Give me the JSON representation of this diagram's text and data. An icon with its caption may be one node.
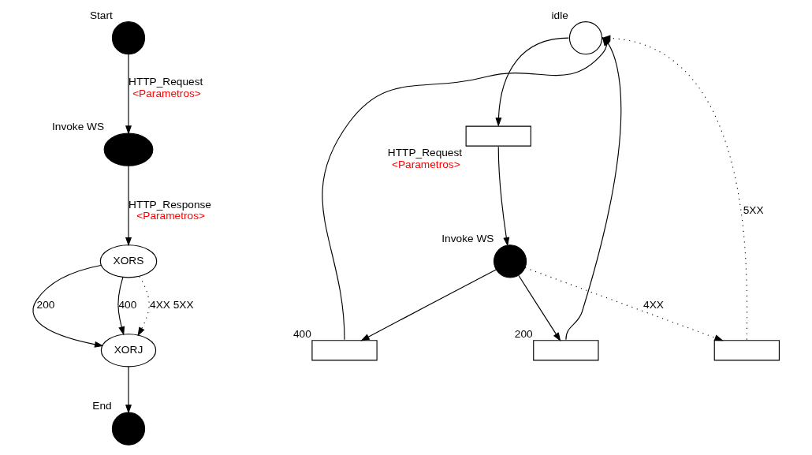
{
  "diagram": {
    "nodes": [
      {
        "text": [],
        "shape": "circle",
        "beside": [
          "Start"
        ]
      },
      {
        "text": [],
        "shape": "circle",
        "beside": [
          "Invoke WS"
        ]
      },
      {
        "text": [
          "XORS"
        ]
      },
      {
        "text": [
          "XORJ"
        ]
      },
      {
        "text": [],
        "shape": "circle",
        "beside": [
          "End"
        ]
      },
      {
        "text": [],
        "shape": "circle",
        "beside": [
          "idle"
        ]
      },
      {
        "text": [],
        "shape": "box",
        "beside": [
          "HTTP_Request <Parametros>"
        ]
      },
      {
        "text": [],
        "shape": "circle",
        "beside": [
          "Invoke WS"
        ]
      },
      {
        "text": [],
        "shape": "box",
        "beside": [
          "200"
        ]
      },
      {
        "text": [],
        "shape": "box",
        "beside": [
          "400"
        ]
      },
      {
        "text": [],
        "shape": "box"
      }
    ],
    "edges": [
      {
        "from": 0,
        "to": 1,
        "arrow": "to",
        "label": "HTTP_Request <Parametros>"
      },
      {
        "from": 1,
        "to": 2,
        "arrow": "to",
        "label": "HTTP_Response <Parametros>"
      },
      {
        "from": 2,
        "to": 3,
        "arrow": "to",
        "label": "200"
      },
      {
        "from": 2,
        "to": 3,
        "arrow": "to",
        "label": "400"
      },
      {
        "from": 2,
        "to": 3,
        "arrow": "to",
        "label": "4XX 5XX",
        "style": "dashed"
      },
      {
        "from": 3,
        "to": 4,
        "arrow": "to"
      },
      {
        "from": 5,
        "to": 6,
        "arrow": "to"
      },
      {
        "from": 6,
        "to": 7,
        "arrow": "to"
      },
      {
        "from": 7,
        "to": 8,
        "arrow": "to"
      },
      {
        "from": 8,
        "to": 5,
        "arrow": "to"
      },
      {
        "from": 7,
        "to": 9,
        "arrow": "to"
      },
      {
        "from": 9,
        "to": 5,
        "arrow": "to"
      },
      {
        "from": 7,
        "to": 10,
        "arrow": "to",
        "label": "4XX",
        "style": "dashed"
      },
      {
        "from": 10,
        "to": 5,
        "arrow": "to",
        "label": "5XX",
        "style": "dashed"
      }
    ]
  }
}
